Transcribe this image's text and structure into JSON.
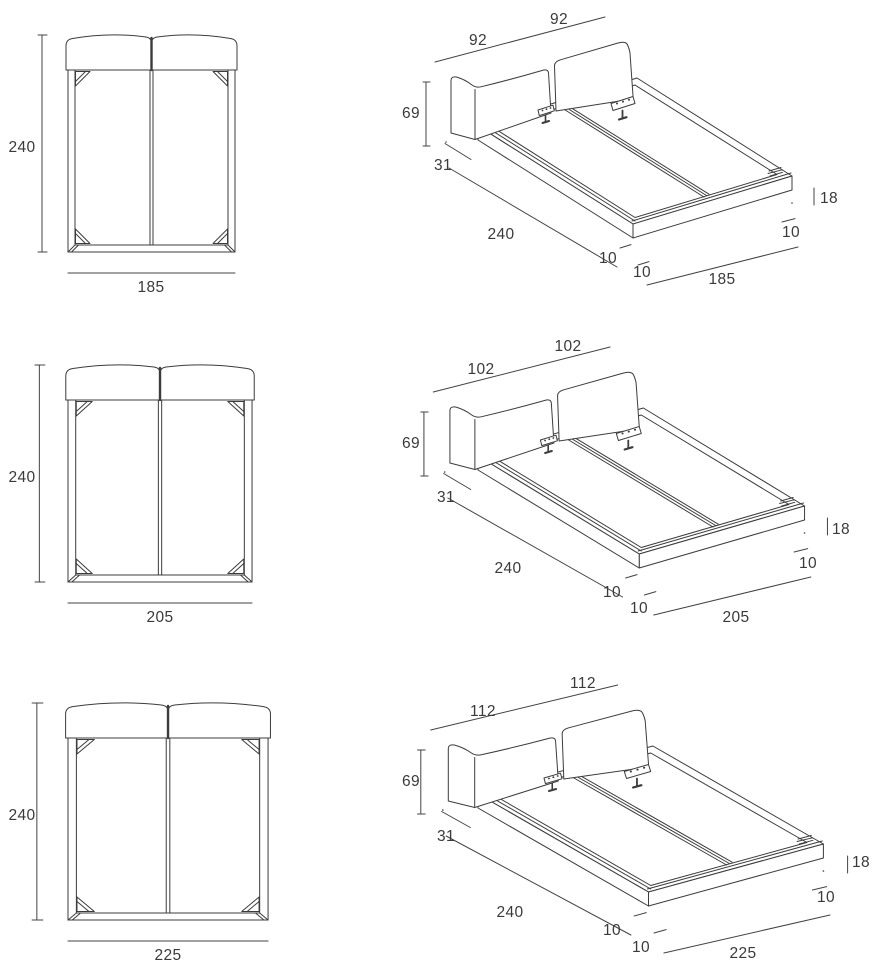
{
  "colors": {
    "line": "#3c3c3c",
    "dim_line": "#434343",
    "text": "#3a3a3a",
    "background": "#ffffff"
  },
  "rows": [
    {
      "variant": "bed-185",
      "front_view": {
        "height_cm": "240",
        "width_cm": "185"
      },
      "iso_view": {
        "headboard_left_width": "92",
        "headboard_right_width": "92",
        "headboard_height": "69",
        "headboard_depth": "31",
        "length": "240",
        "rail_front_width": "10",
        "rail_bottom_width": "10",
        "width": "185",
        "platform_height": "18",
        "rail_right_width": "10"
      }
    },
    {
      "variant": "bed-205",
      "front_view": {
        "height_cm": "240",
        "width_cm": "205"
      },
      "iso_view": {
        "headboard_left_width": "102",
        "headboard_right_width": "102",
        "headboard_height": "69",
        "headboard_depth": "31",
        "length": "240",
        "rail_front_width": "10",
        "rail_bottom_width": "10",
        "width": "205",
        "platform_height": "18",
        "rail_right_width": "10"
      }
    },
    {
      "variant": "bed-225",
      "front_view": {
        "height_cm": "240",
        "width_cm": "225"
      },
      "iso_view": {
        "headboard_left_width": "112",
        "headboard_right_width": "112",
        "headboard_height": "69",
        "headboard_depth": "31",
        "length": "240",
        "rail_front_width": "10",
        "rail_bottom_width": "10",
        "width": "225",
        "platform_height": "18",
        "rail_right_width": "10"
      }
    }
  ]
}
